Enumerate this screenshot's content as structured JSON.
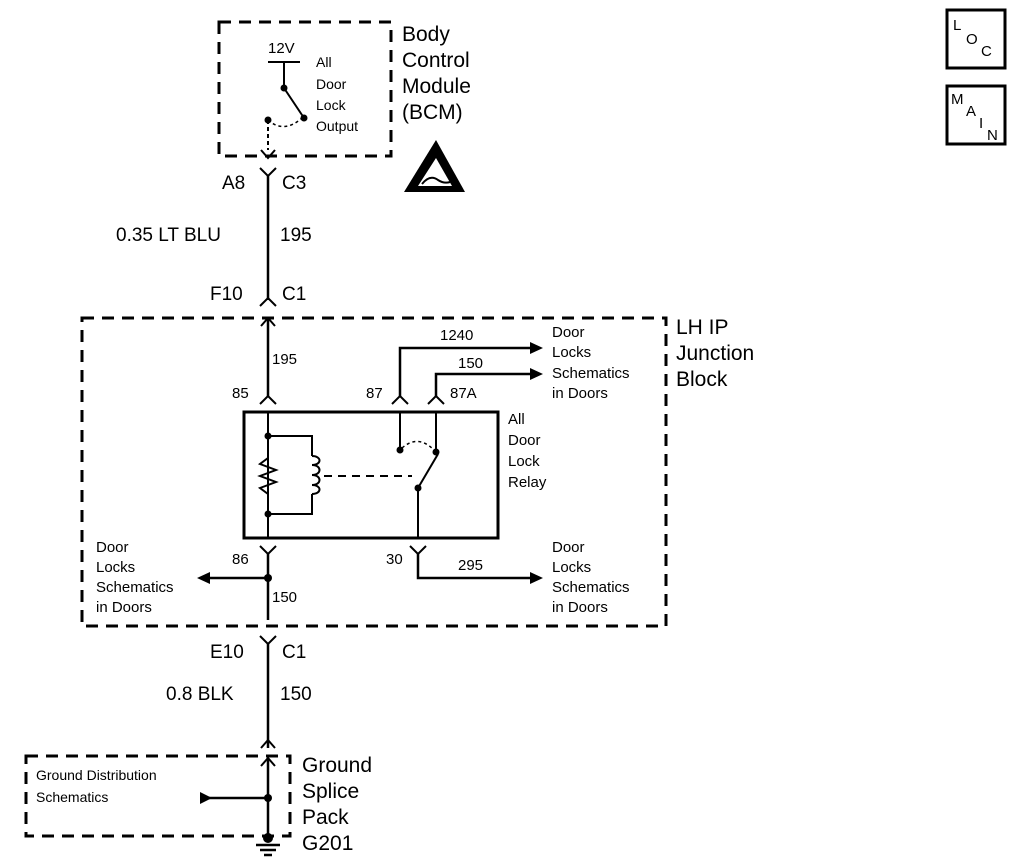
{
  "bcm": {
    "title_lines": [
      "Body",
      "Control",
      "Module",
      "(BCM)"
    ],
    "voltage": "12V",
    "output_lines": [
      "All",
      "Door",
      "Lock",
      "Output"
    ]
  },
  "connectors": {
    "bcm_pin": "A8",
    "bcm_conn": "C3",
    "jb_top_pin": "F10",
    "jb_top_conn": "C1",
    "jb_bottom_pin": "E10",
    "jb_bottom_conn": "C1"
  },
  "wires": {
    "upper_gauge_color": "0.35 LT BLU",
    "upper_circuit": "195",
    "lower_gauge_color": "0.8 BLK",
    "lower_circuit": "150",
    "internal_195": "195",
    "internal_1240": "1240",
    "internal_150_top": "150",
    "internal_295": "295",
    "internal_150_bottom": "150"
  },
  "junction_block": {
    "title_lines": [
      "LH IP",
      "Junction",
      "Block"
    ]
  },
  "relay": {
    "label_lines": [
      "All",
      "Door",
      "Lock",
      "Relay"
    ],
    "pin_85": "85",
    "pin_87": "87",
    "pin_87a": "87A",
    "pin_86": "86",
    "pin_30": "30"
  },
  "references": {
    "door_locks_upper_lines": [
      "Door",
      "Locks",
      "Schematics",
      "in Doors"
    ],
    "door_locks_left_lines": [
      "Door",
      "Locks",
      "Schematics",
      "in Doors"
    ],
    "door_locks_lower_right_lines": [
      "Door",
      "Locks",
      "Schematics",
      "in Doors"
    ],
    "ground_distribution_lines": [
      "Ground Distribution",
      "Schematics"
    ]
  },
  "ground": {
    "title_lines": [
      "Ground",
      "Splice",
      "Pack",
      "G201"
    ]
  },
  "nav_buttons": {
    "loc": {
      "l1": "L",
      "l2": "O",
      "l3": "C"
    },
    "main": {
      "l1": "M",
      "l2": "A",
      "l3": "I",
      "l4": "N"
    }
  }
}
